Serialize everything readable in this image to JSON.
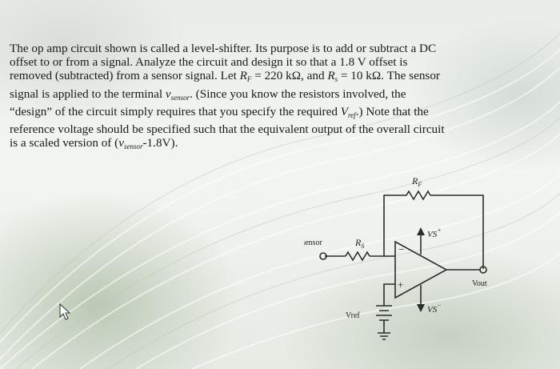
{
  "paragraph": {
    "l1": "The op amp circuit shown is called a level-shifter.  Its purpose is to add or subtract a DC",
    "l2": "offset to or from a signal.  Analyze the circuit and design it so that a 1.8 V offset is",
    "l3a": "removed (subtracted) from a sensor signal.  Let ",
    "l3_rf": "R",
    "l3_rf_sub": "F",
    "l3b": " = 220 kΩ, and ",
    "l3_rs": "R",
    "l3_rs_sub": "s",
    "l3c": " = 10 kΩ.  The sensor",
    "l4a": "signal is applied to the terminal ",
    "l4_v": "v",
    "l4_v_sub": "sensor",
    "l4b": ".  (Since you know the resistors involved, the",
    "l5a": "“design” of the circuit simply requires that you specify the required ",
    "l5_v": "V",
    "l5_v_sub": "ref",
    "l5b": ".)  Note that the",
    "l6": "reference voltage should be specified such that the equivalent output of the overall circuit",
    "l7a": "is a scaled version of (",
    "l7_v": "v",
    "l7_v_sub": "sensor",
    "l7b": "-1.8V)."
  },
  "circuit": {
    "rf_label": "R",
    "rf_sub": "F",
    "rs_label": "R",
    "rs_sub": "S",
    "vsensor_label": "Vsensor",
    "vout_label": "Vout",
    "vref_label": "Vref",
    "vs_pos_label": "VS",
    "vs_pos_sup": "+",
    "vs_neg_label": "VS",
    "vs_neg_sup": "−",
    "minus_sign": "−",
    "plus_sign": "+"
  }
}
